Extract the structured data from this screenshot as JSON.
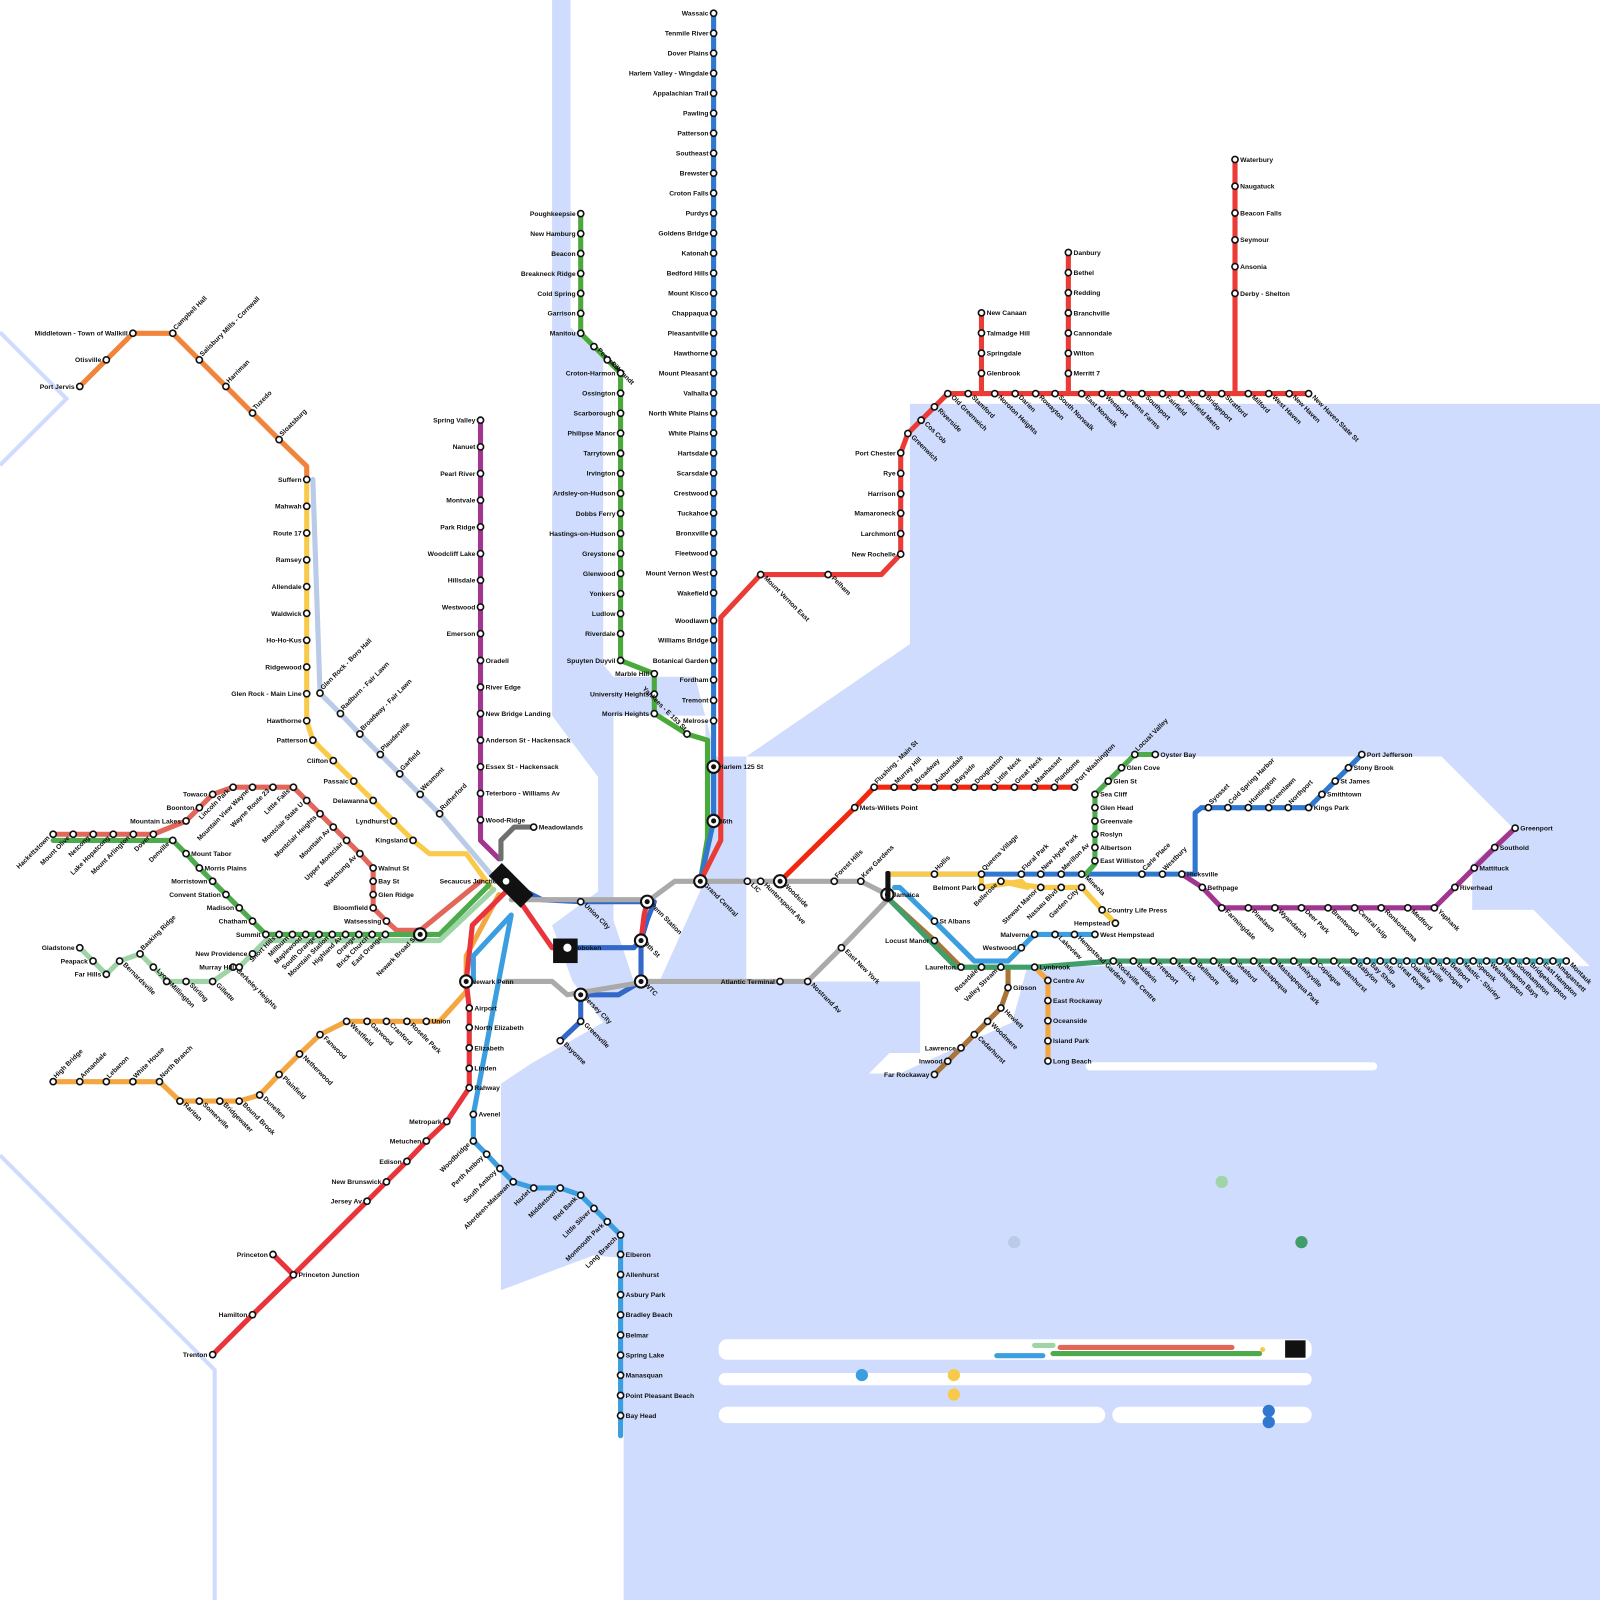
{
  "colors": {
    "water": "#cfdcfd",
    "land": "#ffffff",
    "station_fill": "#ffffff",
    "station_stroke": "#111111"
  },
  "lines": [
    {
      "id": "port-jervis",
      "color": "#f0843a",
      "stations": [
        "Port Jervis",
        "Otisville",
        "Middletown - Town of Wallkill",
        "Campbell Hall",
        "Salisbury Mills - Cornwall",
        "Harriman",
        "Tuxedo",
        "Sloatsburg"
      ]
    },
    {
      "id": "main",
      "color": "#f9c94a",
      "stations": [
        "Suffern",
        "Mahwah",
        "Route 17",
        "Ramsey",
        "Allendale",
        "Waldwick",
        "Ho-Ho-Kus",
        "Ridgewood",
        "Glen Rock - Main Line",
        "Hawthorne",
        "Patterson",
        "Clifton",
        "Passaic",
        "Delawanna",
        "Lyndhurst",
        "Kingsland"
      ]
    },
    {
      "id": "bergen",
      "color": "#b9cbe6",
      "stations": [
        "Glen Rock - Boro Hall",
        "Radburn - Fair Lawn",
        "Broadway - Fair Lawn",
        "Plauderville",
        "Garfield",
        "Wesmont",
        "Rutherford"
      ]
    },
    {
      "id": "pascack",
      "color": "#a0368f",
      "stations": [
        "Spring Valley",
        "Nanuet",
        "Pearl River",
        "Montvale",
        "Park Ridge",
        "Woodcliff Lake",
        "Hillsdale",
        "Westwood",
        "Emerson",
        "Oradell",
        "River Edge",
        "New Bridge Landing",
        "Anderson St - Hackensack",
        "Essex St - Hackensack",
        "Teterboro - Williams Av",
        "Wood-Ridge"
      ]
    },
    {
      "id": "meadowlands",
      "color": "#6f6f6f",
      "stations": [
        "Meadowlands"
      ]
    },
    {
      "id": "montclair-boonton",
      "color": "#e2675a",
      "stations": [
        "Hackettstown",
        "Mount Olive",
        "Netcong",
        "Lake Hopatcong",
        "Mount Arlington",
        "Dover",
        "Mountain Lakes",
        "Boonton",
        "Towaco",
        "Lincoln Park",
        "Mountain View Wayne",
        "Wayne Route 23",
        "Little Falls",
        "Montclair State U",
        "Montclair Heights",
        "Mountain Av",
        "Upper Montclair",
        "Watchung Av",
        "Walnut St",
        "Bay St",
        "Glen Ridge",
        "Bloomfield",
        "Watsessing"
      ]
    },
    {
      "id": "morris-essex",
      "color": "#4daa4d",
      "stations": [
        "Denville",
        "Mount Tabor",
        "Morris Plains",
        "Morristown",
        "Convent Station",
        "Madison",
        "Chatham",
        "Summit",
        "Short Hills",
        "Millburn",
        "Maplewood",
        "South Orange",
        "Mountain Station",
        "Highland Av",
        "Orange",
        "Brick Church",
        "East Orange",
        "Newark Broad St"
      ]
    },
    {
      "id": "gladstone",
      "color": "#9fd4a6",
      "stations": [
        "Gladstone",
        "Peapack",
        "Far Hills",
        "Bernardsville",
        "Basking Ridge",
        "Lyons",
        "Millington",
        "Stirling",
        "Gillette",
        "Berkeley Heights",
        "Murray Hill",
        "New Providence"
      ]
    },
    {
      "id": "raritan",
      "color": "#f4a640",
      "stations": [
        "High Bridge",
        "Annandale",
        "Lebanon",
        "White House",
        "North Branch",
        "Raritan",
        "Somerville",
        "Bridgewater",
        "Bound Brook",
        "Dunellen",
        "Plainfield",
        "Netherwood",
        "Fanwood",
        "Westfield",
        "Garwood",
        "Cranford",
        "Roselle Park",
        "Union"
      ]
    },
    {
      "id": "nec",
      "color": "#e8343a",
      "stations": [
        "Newark Penn",
        "Airport",
        "North Elizabeth",
        "Elizabeth",
        "Linden",
        "Rahway",
        "Metropark",
        "Metuchen",
        "Edison",
        "New Brunswick",
        "Jersey Av",
        "Princeton Junction",
        "Hamilton",
        "Trenton"
      ],
      "branch": [
        "Princeton"
      ]
    },
    {
      "id": "njcl",
      "color": "#3a9ee0",
      "stations": [
        "Avenel",
        "Woodbridge",
        "Perth Amboy",
        "South Amboy",
        "Aberdeen-Matawan",
        "Hazlet",
        "Middletown",
        "Red Bank",
        "Little Silver",
        "Monmouth Park",
        "Long Branch",
        "Elberon",
        "Allenhurst",
        "Asbury Park",
        "Bradley Beach",
        "Belmar",
        "Spring Lake",
        "Manasquan",
        "Point Pleasant Beach",
        "Bay Head"
      ]
    },
    {
      "id": "path",
      "color": "#3368c8",
      "stations": [
        "Secaucus Junction",
        "Hoboken",
        "Union City",
        "Penn Station",
        "9th St",
        "WTC",
        "Jersey City",
        "Greenville",
        "Bayonne"
      ]
    },
    {
      "id": "hudson",
      "color": "#4aa93a",
      "stations": [
        "Poughkeepsie",
        "New Hamburg",
        "Beacon",
        "Breakneck Ridge",
        "Cold Spring",
        "Garrison",
        "Manitou",
        "Peekskill",
        "Cortlandt",
        "Croton-Harmon",
        "Ossington",
        "Scarborough",
        "Philipse Manor",
        "Tarrytown",
        "Irvington",
        "Ardsley-on-Hudson",
        "Dobbs Ferry",
        "Hastings-on-Hudson",
        "Greystone",
        "Glenwood",
        "Yonkers",
        "Ludlow",
        "Riverdale",
        "Spuyten Duyvil",
        "Marble Hill",
        "University Heights",
        "Morris Heights",
        "Yankees - E 153 St"
      ]
    },
    {
      "id": "harlem",
      "color": "#2f77cf",
      "stations": [
        "Wassaic",
        "Tenmile River",
        "Dover Plains",
        "Harlem Valley - Wingdale",
        "Appalachian Trail",
        "Pawling",
        "Patterson",
        "Southeast",
        "Brewster",
        "Croton Falls",
        "Purdys",
        "Goldens Bridge",
        "Katonah",
        "Bedford Hills",
        "Mount Kisco",
        "Chappaqua",
        "Pleasantville",
        "Hawthorne",
        "Mount Pleasant",
        "Valhalla",
        "North White Plains",
        "White Plains",
        "Hartsdale",
        "Scarsdale",
        "Crestwood",
        "Tuckahoe",
        "Bronxville",
        "Fleetwood",
        "Mount Vernon West",
        "Wakefield",
        "Woodlawn",
        "Williams Bridge",
        "Botanical Garden",
        "Fordham",
        "Tremont",
        "Melrose",
        "Harlem 125 St",
        "86th",
        "Grand Central"
      ]
    },
    {
      "id": "new-haven",
      "color": "#ea3b36",
      "stations": [
        "Mount Vernon East",
        "Pelham",
        "New Rochelle",
        "Larchmont",
        "Mamaroneck",
        "Harrison",
        "Rye",
        "Port Chester",
        "Greenwich",
        "Cos Cob",
        "Riverside",
        "Old Greenwich",
        "Stamford",
        "Noroton Heights",
        "Darien",
        "Rowayton",
        "South Norwalk",
        "East Norwalk",
        "Westport",
        "Greens Farms",
        "Southport",
        "Fairfield",
        "Fairfield Metro",
        "Bridgeport",
        "Stratford",
        "Milford",
        "West Haven",
        "New Haven",
        "New Haven State St"
      ]
    },
    {
      "id": "new-canaan",
      "color": "#ea3b36",
      "stations": [
        "New Canaan",
        "Talmadge Hill",
        "Springdale",
        "Glenbrook"
      ]
    },
    {
      "id": "danbury",
      "color": "#ea3b36",
      "stations": [
        "Danbury",
        "Bethel",
        "Redding",
        "Branchville",
        "Cannondale",
        "Wilton",
        "Merritt 7"
      ]
    },
    {
      "id": "waterbury",
      "color": "#ea3b36",
      "stations": [
        "Waterbury",
        "Naugatuck",
        "Beacon Falls",
        "Seymour",
        "Ansonia",
        "Derby - Shelton"
      ]
    },
    {
      "id": "lirr-city",
      "color": "#aaaaaa",
      "stations": [
        "LIC",
        "Hunterspoint Ave",
        "Woodside",
        "Forest Hills",
        "Kew Gardens",
        "Jamaica",
        "Atlantic Terminal",
        "Nostrand Av",
        "East New York"
      ]
    },
    {
      "id": "port-washington",
      "color": "#f2270f",
      "stations": [
        "Mets-Willets Point",
        "Flushing - Main St",
        "Murray Hill",
        "Broadway",
        "Auburndale",
        "Bayside",
        "Douglaston",
        "Little Neck",
        "Great Neck",
        "Manhasset",
        "Plandome",
        "Port Washington"
      ]
    },
    {
      "id": "lirr-main",
      "color": "#2f77cf",
      "stations": [
        "Queens Village",
        "Floral Park",
        "New Hyde Park",
        "Merillon Av",
        "Mineola",
        "Carle Place",
        "Westbury",
        "Hicksville",
        "Syosset",
        "Cold Spring Harbor",
        "Huntington",
        "Greenlawn",
        "Northport",
        "Kings Park",
        "Smithtown",
        "St James",
        "Stony Brook",
        "Port Jefferson"
      ]
    },
    {
      "id": "oyster-bay",
      "color": "#4daa4d",
      "stations": [
        "East Williston",
        "Albertson",
        "Roslyn",
        "Greenvale",
        "Glen Head",
        "Sea Cliff",
        "Glen St",
        "Glen Cove",
        "Locust Valley",
        "Oyster Bay"
      ]
    },
    {
      "id": "hempstead",
      "color": "#f9c94a",
      "stations": [
        "Hollis",
        "Belmont Park",
        "Bellerose",
        "Stewart Manor",
        "Nassau Blvd",
        "Garden City",
        "Country Life Press",
        "Hempstead"
      ]
    },
    {
      "id": "ronkonkoma",
      "color": "#a0368f",
      "stations": [
        "Bethpage",
        "Farmingdale",
        "Pinelawn",
        "Wyandanch",
        "Deer Park",
        "Brentwood",
        "Central Islip",
        "Ronkonkoma",
        "Medford",
        "Yaphank",
        "Riverhead",
        "Mattituck",
        "Southold",
        "Greenport"
      ]
    },
    {
      "id": "west-hempstead",
      "color": "#3a9ee0",
      "stations": [
        "St Albans",
        "Westwood",
        "Malverne",
        "Lakeview",
        "Hempstead Gardens",
        "West Hempstead"
      ]
    },
    {
      "id": "far-rockaway",
      "color": "#a8743a",
      "stations": [
        "Locust Manor",
        "Gibson",
        "Hewlett",
        "Woodmere",
        "Cedarhurst",
        "Lawrence",
        "Inwood",
        "Far Rockaway"
      ]
    },
    {
      "id": "long-beach",
      "color": "#f4a640",
      "stations": [
        "Centre Av",
        "East Rockaway",
        "Oceanside",
        "Island Park",
        "Long Beach"
      ]
    },
    {
      "id": "babylon",
      "color": "#3f9e6a",
      "stations": [
        "Laurelton",
        "Rosedale",
        "Valley Stream",
        "Lynbrook",
        "Rockville Centre",
        "Baldwin",
        "Freeport",
        "Merrick",
        "Bellmore",
        "Wantagh",
        "Seaford",
        "Massapequa",
        "Massapequa Park",
        "Amityville",
        "Copiague",
        "Lindenhurst",
        "Babylon"
      ]
    },
    {
      "id": "montauk",
      "color": "#3fa7b4",
      "stations": [
        "Bay Shore",
        "Islip",
        "Great River",
        "Oakdale",
        "Sayville",
        "Patchogue",
        "Bellport",
        "Mastic - Shirley",
        "Speonk",
        "Westhampton",
        "Hampton Bays",
        "Southampton",
        "Bridgehampton",
        "East Hampton",
        "Amagansett",
        "Montauk"
      ]
    }
  ]
}
